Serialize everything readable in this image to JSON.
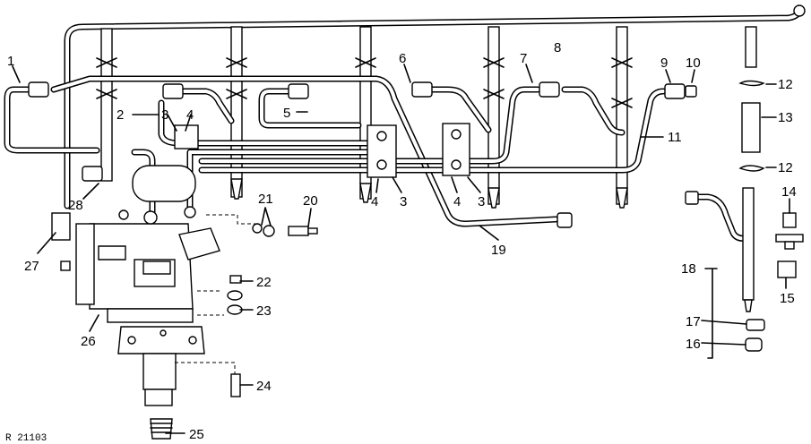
{
  "diagram": {
    "reference": "R 21103",
    "callouts": [
      {
        "id": "c1",
        "text": "1"
      },
      {
        "id": "c2",
        "text": "2"
      },
      {
        "id": "c3a",
        "text": "3"
      },
      {
        "id": "c4a",
        "text": "4"
      },
      {
        "id": "c5",
        "text": "5"
      },
      {
        "id": "c6",
        "text": "6"
      },
      {
        "id": "c7",
        "text": "7"
      },
      {
        "id": "c8",
        "text": "8"
      },
      {
        "id": "c9",
        "text": "9"
      },
      {
        "id": "c10",
        "text": "10"
      },
      {
        "id": "c11",
        "text": "11"
      },
      {
        "id": "c12a",
        "text": "12"
      },
      {
        "id": "c13",
        "text": "13"
      },
      {
        "id": "c12b",
        "text": "12"
      },
      {
        "id": "c14",
        "text": "14"
      },
      {
        "id": "c15",
        "text": "15"
      },
      {
        "id": "c16",
        "text": "16"
      },
      {
        "id": "c17",
        "text": "17"
      },
      {
        "id": "c18",
        "text": "18"
      },
      {
        "id": "c19",
        "text": "19"
      },
      {
        "id": "c20",
        "text": "20"
      },
      {
        "id": "c21",
        "text": "21"
      },
      {
        "id": "c22",
        "text": "22"
      },
      {
        "id": "c23",
        "text": "23"
      },
      {
        "id": "c24",
        "text": "24"
      },
      {
        "id": "c25",
        "text": "25"
      },
      {
        "id": "c26",
        "text": "26"
      },
      {
        "id": "c27",
        "text": "27"
      },
      {
        "id": "c28",
        "text": "28"
      },
      {
        "id": "c4b",
        "text": "4"
      },
      {
        "id": "c3b",
        "text": "3"
      },
      {
        "id": "c4c",
        "text": "4"
      },
      {
        "id": "c3c",
        "text": "3"
      }
    ]
  }
}
